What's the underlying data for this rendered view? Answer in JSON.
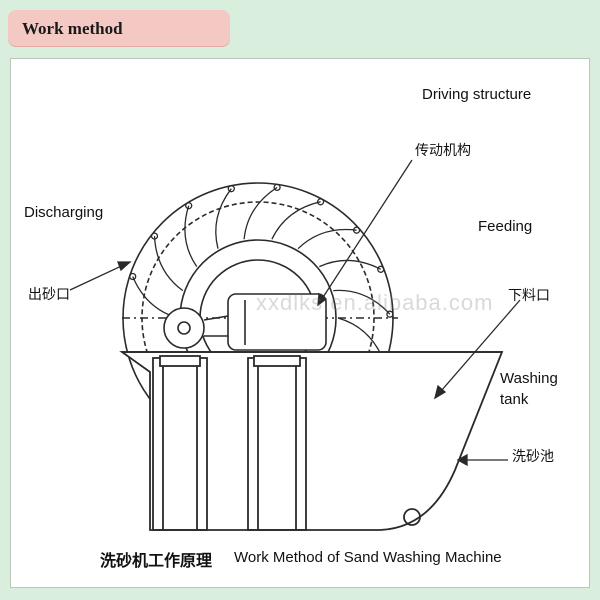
{
  "header": {
    "title": "Work method"
  },
  "labels": {
    "driving_structure": "Driving structure",
    "driving_structure_cn": "传动机构",
    "discharging": "Discharging",
    "discharging_cn": "出砂口",
    "feeding": "Feeding",
    "feeding_cn": "下料口",
    "washing_tank": "Washing",
    "washing_tank_2": "tank",
    "washing_tank_cn": "洗砂池"
  },
  "caption": {
    "cn": "洗砂机工作原理",
    "en": "Work Method of Sand Washing Machine"
  },
  "watermark": "xxdlks.en.alibaba.com",
  "colors": {
    "background": "#d9eedd",
    "tab": "#f4c9c4",
    "line": "#2a2a2a"
  }
}
